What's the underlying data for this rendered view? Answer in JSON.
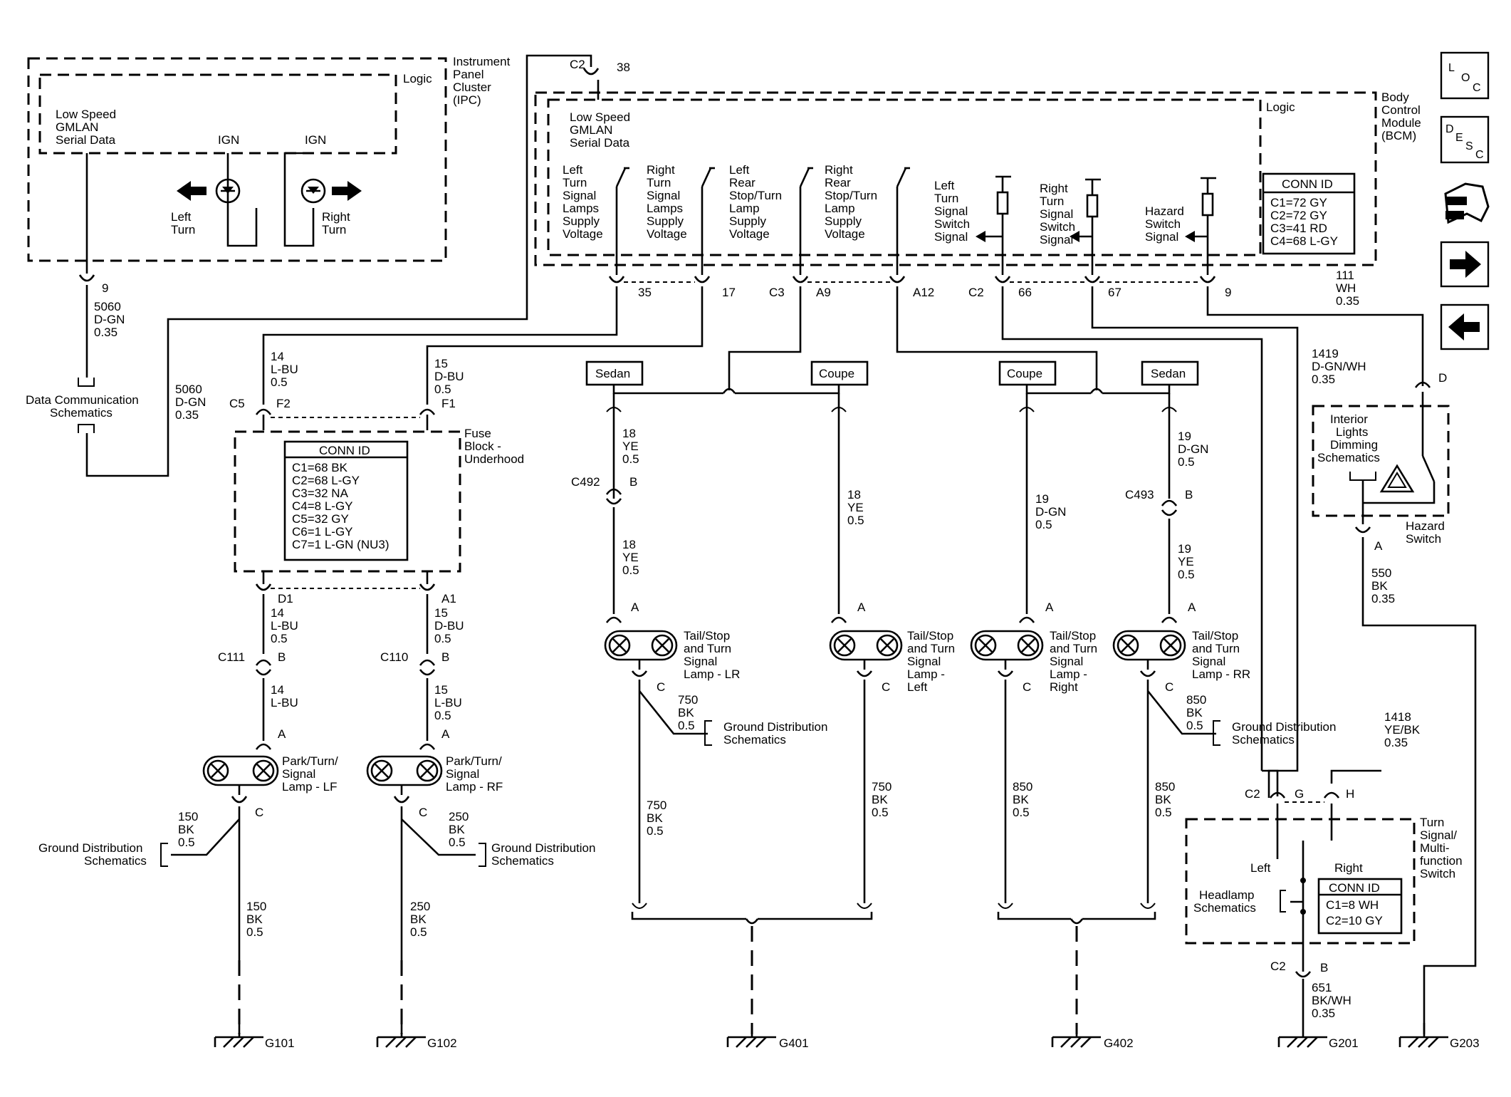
{
  "nav": {
    "loc": [
      "L",
      "O",
      "C"
    ],
    "desc": [
      "D",
      "E",
      "S",
      "C"
    ]
  },
  "ipc": {
    "name": [
      "Instrument",
      "Panel",
      "Cluster",
      "(IPC)"
    ],
    "logic": "Logic",
    "gmlan": [
      "Low Speed",
      "GMLAN",
      "Serial Data"
    ],
    "ign1": "IGN",
    "ign2": "IGN",
    "left_turn": [
      "Left",
      "Turn"
    ],
    "right_turn": [
      "Right",
      "Turn"
    ],
    "pin": "9"
  },
  "bcm": {
    "name": [
      "Body",
      "Control",
      "Module",
      "(BCM)"
    ],
    "logic": "Logic",
    "gmlan": [
      "Low Speed",
      "GMLAN",
      "Serial Data"
    ],
    "sw1": [
      "Left",
      "Turn",
      "Signal",
      "Lamps",
      "Supply",
      "Voltage"
    ],
    "sw2": [
      "Right",
      "Turn",
      "Signal",
      "Lamps",
      "Supply",
      "Voltage"
    ],
    "sw3": [
      "Left",
      "Rear",
      "Stop/Turn",
      "Lamp",
      "Supply",
      "Voltage"
    ],
    "sw4": [
      "Right",
      "Rear",
      "Stop/Turn",
      "Lamp",
      "Supply",
      "Voltage"
    ],
    "sig1": [
      "Left",
      "Turn",
      "Signal",
      "Switch",
      "Signal"
    ],
    "sig2": [
      "Right",
      "Turn",
      "Signal",
      "Switch",
      "Signal"
    ],
    "sig3": [
      "Hazard",
      "Switch",
      "Signal"
    ],
    "conn_title": "CONN ID",
    "conn": [
      "C1=72 GY",
      "C2=72 GY",
      "C3=41 RD",
      "C4=68 L-GY"
    ],
    "top_conn": "C2",
    "top_pin": "38",
    "pins": {
      "p35": "35",
      "p17": "17",
      "c3": "C3",
      "a9": "A9",
      "a12": "A12",
      "c2": "C2",
      "p66": "66",
      "p67": "67",
      "p9": "9"
    },
    "wire111": [
      "111",
      "WH",
      "0.35"
    ]
  },
  "wires": {
    "w5060a": [
      "5060",
      "D-GN",
      "0.35"
    ],
    "dcs": [
      "Data Communication",
      "Schematics"
    ],
    "w5060b": [
      "5060",
      "D-GN",
      "0.35"
    ],
    "w14a": [
      "14",
      "L-BU",
      "0.5"
    ],
    "w15a": [
      "15",
      "D-BU",
      "0.5"
    ],
    "c5": "C5",
    "f2": "F2",
    "f1": "F1",
    "w1419": [
      "1419",
      "D-GN/WH",
      "0.35"
    ]
  },
  "fuse": {
    "name": [
      "Fuse",
      "Block -",
      "Underhood"
    ],
    "conn_title": "CONN ID",
    "conn": [
      "C1=68 BK",
      "C2=68 L-GY",
      "C3=32 NA",
      "C4=8 L-GY",
      "C5=32 GY",
      "C6=1 L-GY",
      "C7=1 L-GN (NU3)"
    ],
    "d1": "D1",
    "a1": "A1"
  },
  "front": {
    "w14b": [
      "14",
      "L-BU",
      "0.5"
    ],
    "w15b": [
      "15",
      "D-BU",
      "0.5"
    ],
    "c111": "C111",
    "c110": "C110",
    "b1": "B",
    "b2": "B",
    "w14c": [
      "14",
      "L-BU"
    ],
    "w15c": [
      "15",
      "L-BU",
      "0.5"
    ],
    "a1": "A",
    "a2": "A",
    "lamp_lf": [
      "Park/Turn/",
      "Signal",
      "Lamp - LF"
    ],
    "lamp_rf": [
      "Park/Turn/",
      "Signal",
      "Lamp - RF"
    ],
    "c1": "C",
    "c2": "C",
    "w150a": [
      "150",
      "BK",
      "0.5"
    ],
    "w250a": [
      "250",
      "BK",
      "0.5"
    ],
    "gds1": [
      "Ground Distribution",
      "Schematics"
    ],
    "gds2": [
      "Ground Distribution",
      "Schematics"
    ],
    "w150b": [
      "150",
      "BK",
      "0.5"
    ],
    "w250b": [
      "250",
      "BK",
      "0.5"
    ],
    "g101": "G101",
    "g102": "G102"
  },
  "rear": {
    "sedan1": "Sedan",
    "coupe1": "Coupe",
    "coupe2": "Coupe",
    "sedan2": "Sedan",
    "w18a": [
      "18",
      "YE",
      "0.5"
    ],
    "c492": "C492",
    "b492": "B",
    "w18b": [
      "18",
      "YE",
      "0.5"
    ],
    "w18c": [
      "18",
      "YE",
      "0.5"
    ],
    "w19a": [
      "19",
      "D-GN",
      "0.5"
    ],
    "w19b": [
      "19",
      "D-GN",
      "0.5"
    ],
    "c493": "C493",
    "b493": "B",
    "w19c": [
      "19",
      "YE",
      "0.5"
    ],
    "pa1": "A",
    "pa2": "A",
    "pa3": "A",
    "pa4": "A",
    "lamp_lr": [
      "Tail/Stop",
      "and Turn",
      "Signal",
      "Lamp - LR"
    ],
    "lamp_left": [
      "Tail/Stop",
      "and Turn",
      "Signal",
      "Lamp -",
      "Left"
    ],
    "lamp_right": [
      "Tail/Stop",
      "and Turn",
      "Signal",
      "Lamp -",
      "Right"
    ],
    "lamp_rr": [
      "Tail/Stop",
      "and Turn",
      "Signal",
      "Lamp - RR"
    ],
    "pc1": "C",
    "pc2": "C",
    "pc3": "C",
    "pc4": "C",
    "w750a": [
      "750",
      "BK",
      "0.5"
    ],
    "w850a": [
      "850",
      "BK",
      "0.5"
    ],
    "gds3": [
      "Ground Distribution",
      "Schematics"
    ],
    "gds4": [
      "Ground Distribution",
      "Schematics"
    ],
    "w750b": [
      "750",
      "BK",
      "0.5"
    ],
    "w750c": [
      "750",
      "BK",
      "0.5"
    ],
    "w850b": [
      "850",
      "BK",
      "0.5"
    ],
    "w850c": [
      "850",
      "BK",
      "0.5"
    ],
    "g401": "G401",
    "g402": "G402"
  },
  "hazard": {
    "pin_d": "D",
    "ild": [
      "Interior",
      "Lights",
      "Dimming",
      "Schematics"
    ],
    "name": [
      "Hazard",
      "Switch"
    ],
    "pin_a": "A",
    "w550": [
      "550",
      "BK",
      "0.35"
    ],
    "w1418": [
      "1418",
      "YE/BK",
      "0.35"
    ]
  },
  "tsms": {
    "c2": "C2",
    "g": "G",
    "h": "H",
    "name": [
      "Turn",
      "Signal/",
      "Multi-",
      "function",
      "Switch"
    ],
    "left": "Left",
    "right": "Right",
    "headlamp": [
      "Headlamp",
      "Schematics"
    ],
    "conn_title": "CONN ID",
    "conn": [
      "C1=8 WH",
      "C2=10 GY"
    ],
    "c2b": "C2",
    "b": "B",
    "w651": [
      "651",
      "BK/WH",
      "0.35"
    ],
    "g201": "G201",
    "g203": "G203"
  }
}
